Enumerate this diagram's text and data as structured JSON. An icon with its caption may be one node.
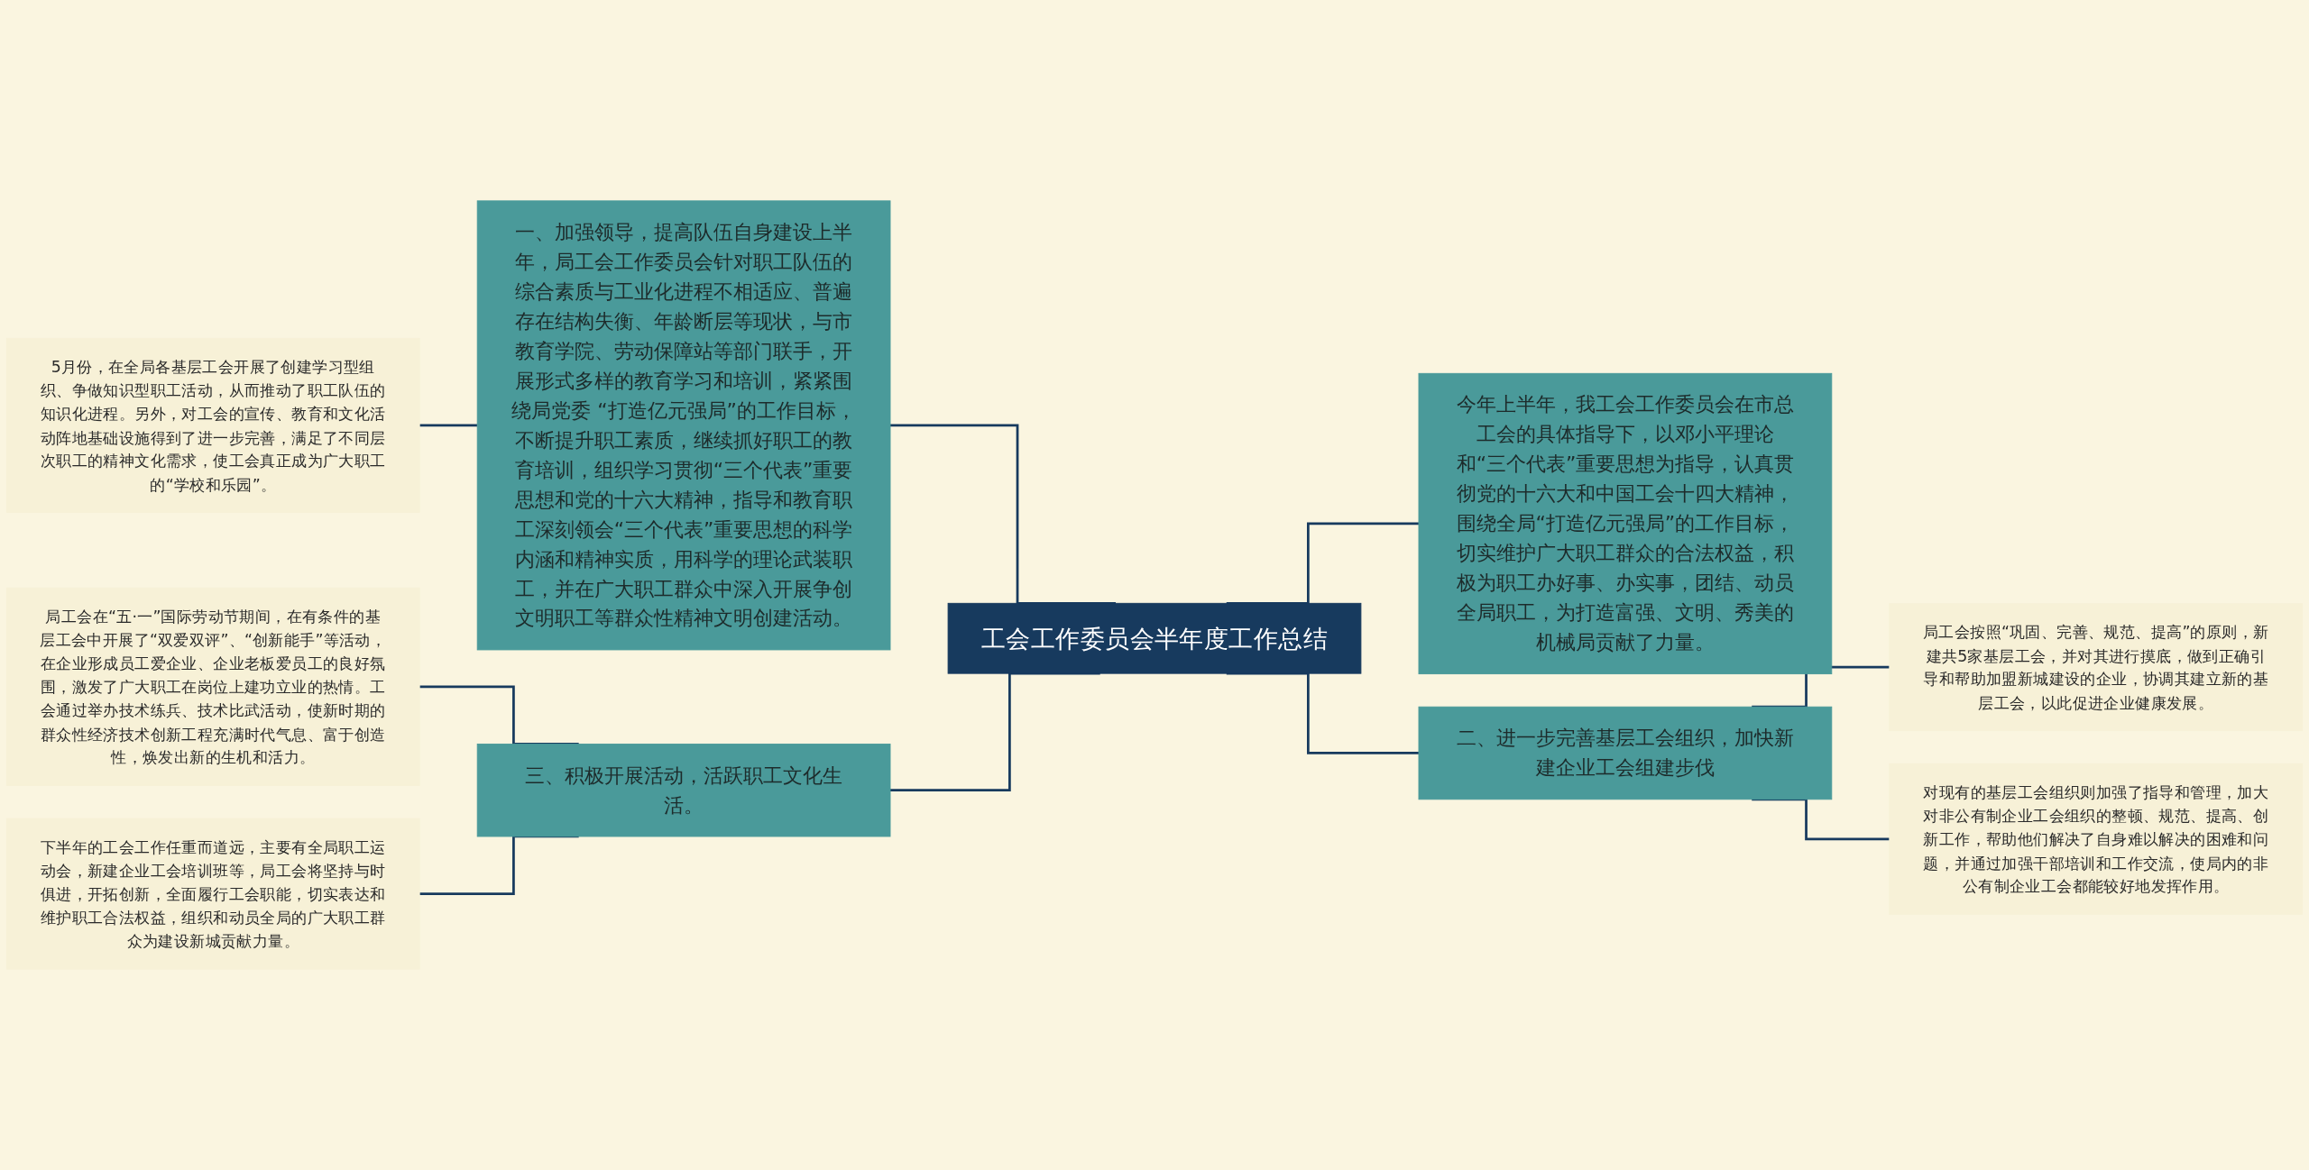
{
  "diagram": {
    "nodes": [
      {
        "text": [
          "工会工作委员会半年度工作总结"
        ]
      },
      {
        "text": [
          "一、加强领导，提高队伍自身建设上半年，局工会工作委员会针对职工队伍的综合素质与工业化进程不相适应、普遍存在结构失衡、年龄断层等现状，与市教育学院、劳动保障站等部门联手，开展形式多样的教育学习和培训，紧紧围绕局党委 “打造亿元强局”的工作目标，不断提升职工素质，继续抓好职工的教育培训，组织学习贯彻“三个代表”重要思想和党的十六大精神，指导和教育职工深刻领会“三个代表”重要思想的科学内涵和精神实质，用科学的理论武装职工，并在广大职工群众中深入开展争创文明职工等群众性精神文明创建活动。"
        ]
      },
      {
        "text": [
          "5月份，在全局各基层工会开展了创建学习型组织、争做知识型职工活动，从而推动了职工队伍的知识化进程。另外，对工会的宣传、教育和文化活动阵地基础设施得到了进一步完善，满足了不同层次职工的精神文化需求，使工会真正成为广大职工的“学校和乐园”。"
        ]
      },
      {
        "text": [
          "三、积极开展活动，活跃职工文化生活。"
        ]
      },
      {
        "text": [
          "局工会在“五·一”国际劳动节期间，在有条件的基层工会中开展了“双爱双评”、“创新能手”等活动，在企业形成员工爱企业、企业老板爱员工的良好氛围，激发了广大职工在岗位上建功立业的热情。工会通过举办技术练兵、技术比武活动，使新时期的群众性经济技术创新工程充满时代气息、富于创造性，焕发出新的生机和活力。"
        ]
      },
      {
        "text": [
          "下半年的工会工作任重而道远，主要有全局职工运动会，新建企业工会培训班等，局工会将坚持与时俱进，开拓创新，全面履行工会职能，切实表达和维护职工合法权益，组织和动员全局的广大职工群众为建设新城贡献力量。"
        ]
      },
      {
        "text": [
          "今年上半年，我工会工作委员会在市总工会的具体指导下，以邓小平理论和“三个代表”重要思想为指导，认真贯彻党的十六大和中国工会十四大精神，围绕全局“打造亿元强局”的工作目标，切实维护广大职工群众的合法权益，积极为职工办好事、办实事，团结、动员全局职工，为打造富强、文明、秀美的机械局贡献了力量。"
        ]
      },
      {
        "text": [
          "二、进一步完善基层工会组织，加快新建企业工会组建步伐"
        ]
      },
      {
        "text": [
          "局工会按照“巩固、完善、规范、提高”的原则，新建共5家基层工会，并对其进行摸底，做到正确引导和帮助加盟新城建设的企业，协调其建立新的基层工会，以此促进企业健康发展。"
        ]
      },
      {
        "text": [
          "对现有的基层工会组织则加强了指导和管理，加大对非公有制企业工会组织的整顿、规范、提高、创新工作，帮助他们解决了自身难以解决的困难和问题，并通过加强干部培训和工作交流，使局内的非公有制企业工会都能较好地发挥作用。"
        ]
      }
    ],
    "edges": [
      {
        "from": 2,
        "to": 1,
        "arrow": "none"
      },
      {
        "from": 1,
        "to": 0,
        "arrow": "none"
      },
      {
        "from": 4,
        "to": 3,
        "arrow": "none"
      },
      {
        "from": 5,
        "to": 3,
        "arrow": "none"
      },
      {
        "from": 3,
        "to": 0,
        "arrow": "none"
      },
      {
        "from": 0,
        "to": 6,
        "arrow": "none"
      },
      {
        "from": 0,
        "to": 7,
        "arrow": "none"
      },
      {
        "from": 7,
        "to": 8,
        "arrow": "none"
      },
      {
        "from": 7,
        "to": 9,
        "arrow": "none"
      }
    ]
  }
}
